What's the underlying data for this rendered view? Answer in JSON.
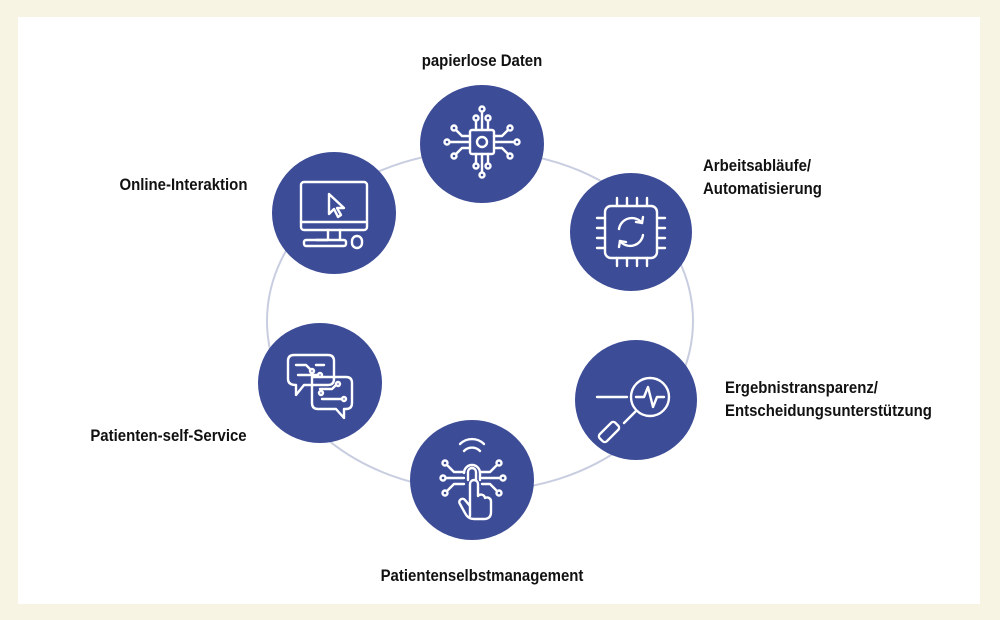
{
  "diagram": {
    "labels": {
      "paper": "papierlose Daten",
      "workflow_line1": "Arbeitsabläufe/",
      "workflow_line2": "Automatisierung",
      "outcome_line1": "Ergebnistransparenz/",
      "outcome_line2": "Entscheidungsunterstützung",
      "selfmanage": "Patientenselbstmanagement",
      "selfservice": "Patienten-self-Service",
      "online": "Online-Interaktion"
    },
    "nodes": [
      {
        "id": "paper",
        "icon": "chip-network-icon"
      },
      {
        "id": "workflow",
        "icon": "processor-refresh-icon"
      },
      {
        "id": "outcome",
        "icon": "magnifier-pulse-icon"
      },
      {
        "id": "selfmanage",
        "icon": "touch-fingerprint-icon"
      },
      {
        "id": "selfservice",
        "icon": "chat-bubbles-icon"
      },
      {
        "id": "online",
        "icon": "computer-cursor-icon"
      }
    ],
    "colors": {
      "node": "#3c4c97",
      "ring": "#c9cde0",
      "background": "#f8f4e4",
      "panel": "#ffffff"
    }
  }
}
